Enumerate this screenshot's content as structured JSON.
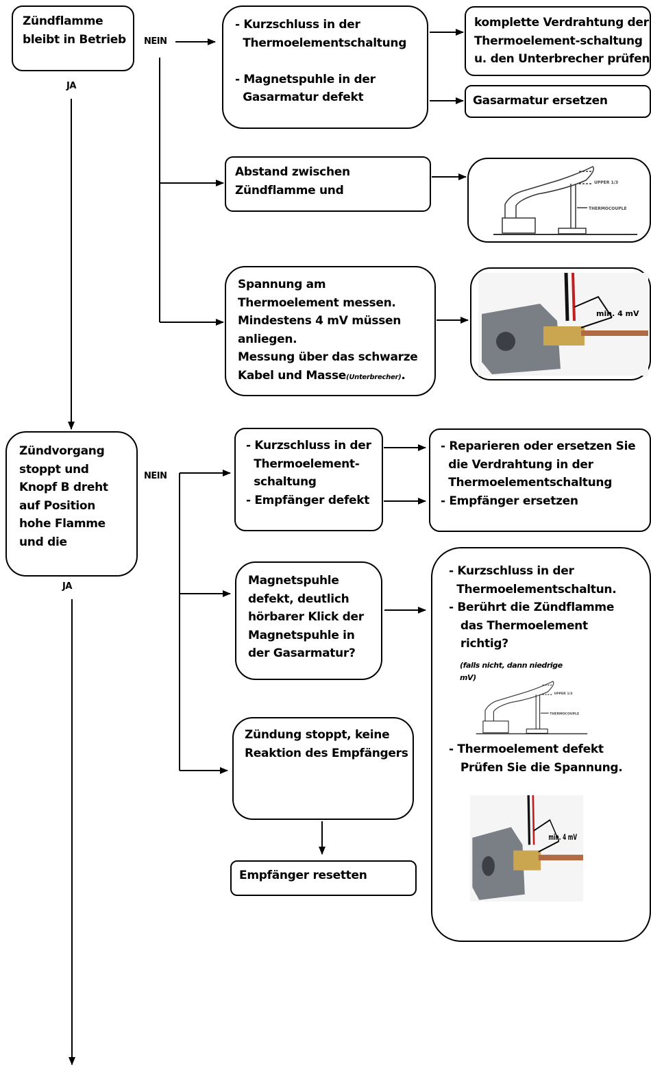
{
  "yes_label": "JA",
  "no_label": "NEIN",
  "step1": {
    "question": "Zündflamme\nbleibt in Betrieb",
    "cause_a": "- Kurzschluss in der\n  Thermoelementschaltung\n\n- Magnetspuhle in der\n  Gasarmatur defekt",
    "fix_wiring": "komplette Verdrahtung der\nThermoelement-schaltung\nu. den Unterbrecher prüfen",
    "fix_valve": "Gasarmatur ersetzen",
    "cause_b": "Abstand zwischen\nZündflamme und",
    "cause_c": "Spannung am\nThermoelement messen.\nMindestens 4 mV müssen\nanliegen.\nMessung über das schwarze\nKabel und Masse",
    "cause_c_note": "(Unterbrecher)",
    "cause_c_end": "."
  },
  "step2": {
    "question": "Zündvorgang\nstoppt und\nKnopf B dreht\nauf Position\nhohe Flamme\nund die",
    "cause_a": "- Kurzschluss in der\n  Thermoelement-\n  schaltung\n- Empfänger defekt",
    "fix_a": "- Reparieren oder ersetzen Sie\n  die Verdrahtung in der\n  Thermoelementschaltung\n- Empfänger ersetzen",
    "cause_b": "Magnetspuhle\ndefekt, deutlich\nhörbarer Klick der\nMagnetspuhle in\nder Gasarmatur?",
    "fix_b_top": "- Kurzschluss in der\n  Thermoelementschaltun.\n- Berührt die Zündflamme\n   das Thermoelement\n   richtig?",
    "fix_b_note": "(falls nicht, dann niedrige\nmV)",
    "fix_b_bottom": "- Thermoelement defekt\n   Prüfen Sie die Spannung.",
    "cause_c": "Zündung stoppt, keine\nReaktion des Empfängers",
    "fix_c": "Empfänger resetten"
  },
  "figures": {
    "thermocouple_upper": "UPPER 1/3",
    "thermocouple_label": "THERMOCOUPLE",
    "voltage_label": "min. 4 mV"
  }
}
